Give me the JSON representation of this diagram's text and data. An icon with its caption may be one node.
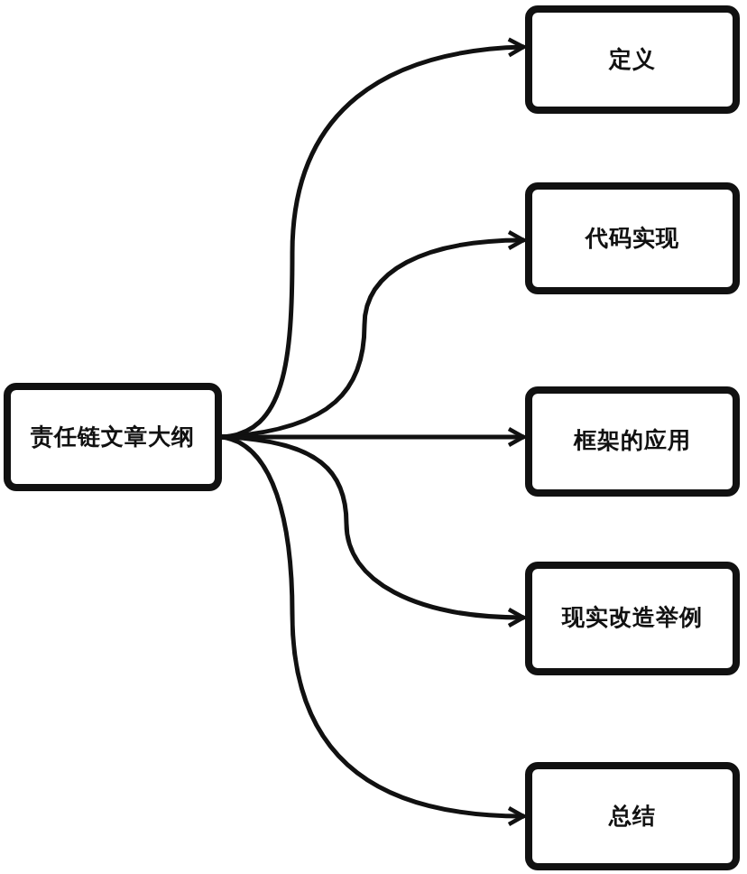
{
  "diagram": {
    "nodes": [
      {
        "text": [
          "责任链文章大纲"
        ]
      },
      {
        "text": [
          "定义"
        ]
      },
      {
        "text": [
          "代码实现"
        ]
      },
      {
        "text": [
          "框架的应用"
        ]
      },
      {
        "text": [
          "现实改造举例"
        ]
      },
      {
        "text": [
          "总结"
        ]
      }
    ],
    "edges": [
      {
        "from": 0,
        "to": 1,
        "arrow": "to"
      },
      {
        "from": 0,
        "to": 2,
        "arrow": "to"
      },
      {
        "from": 0,
        "to": 3,
        "arrow": "to"
      },
      {
        "from": 0,
        "to": 4,
        "arrow": "to"
      },
      {
        "from": 0,
        "to": 5,
        "arrow": "to"
      }
    ]
  }
}
